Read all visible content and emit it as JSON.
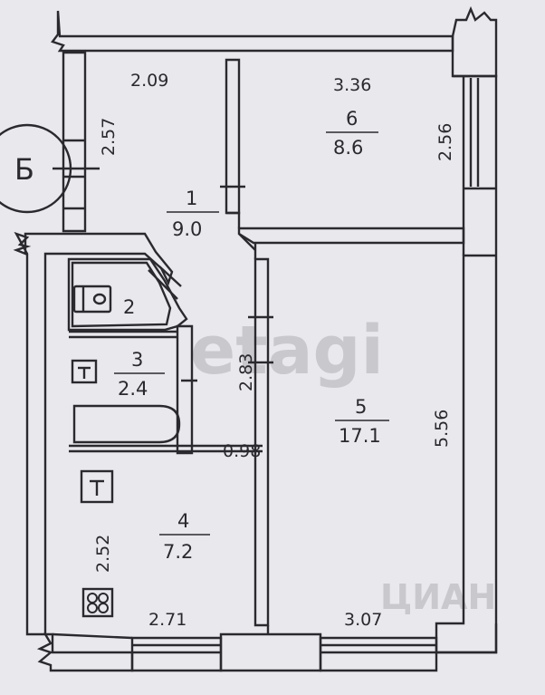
{
  "section_label": "Б",
  "rooms": [
    {
      "number": "1",
      "area": "9.0"
    },
    {
      "number": "2",
      "area": ""
    },
    {
      "number": "3",
      "area": "2.4"
    },
    {
      "number": "4",
      "area": "7.2"
    },
    {
      "number": "5",
      "area": "17.1"
    },
    {
      "number": "6",
      "area": "8.6"
    }
  ],
  "dimensions": {
    "hall_width": "2.09",
    "hall_length": "2.57",
    "room6_width": "3.36",
    "room6_length": "2.56",
    "corridor_length": "2.83",
    "niche_width": "0.98",
    "room5_length": "5.56",
    "room5_width": "3.07",
    "kitchen_length": "2.52",
    "kitchen_width": "2.71"
  },
  "fixture_icons": [
    "toilet-icon",
    "sink-icon",
    "bathtub-icon",
    "kitchen-sink-icon",
    "stove-icon"
  ],
  "watermarks": [
    "etagi",
    "ЦИАН"
  ],
  "colors": {
    "background": "#e9e8ec",
    "wall_fill": "#e9e8ec",
    "line": "#2a2a2e"
  }
}
